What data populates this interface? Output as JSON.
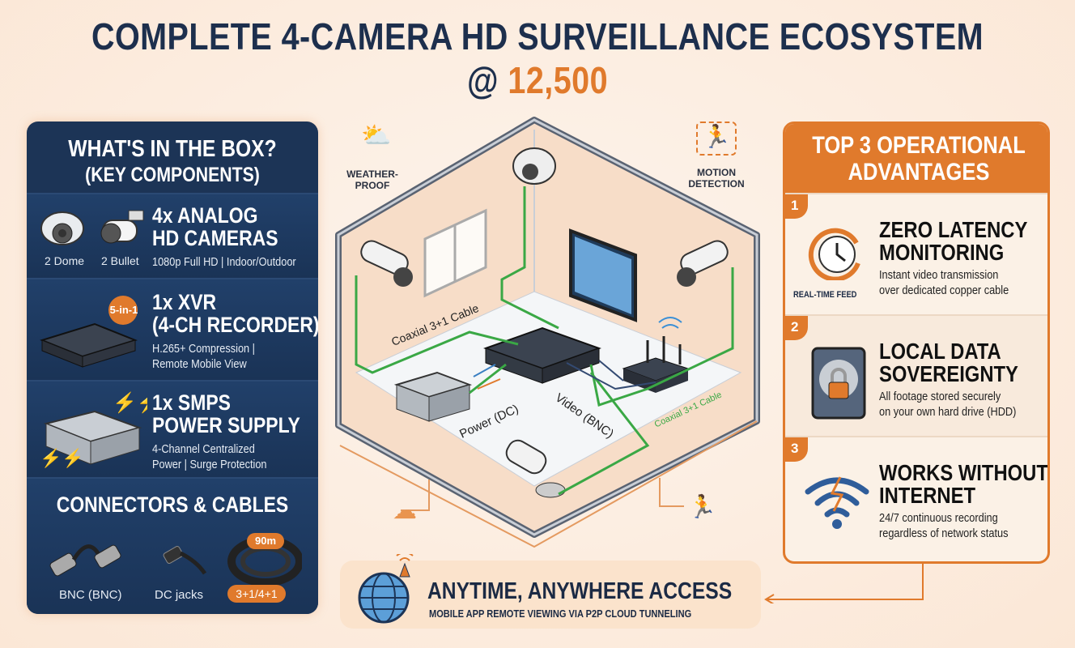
{
  "title": {
    "main": "COMPLETE 4-CAMERA HD SURVEILLANCE ECOSYSTEM @",
    "price": "12,500"
  },
  "left_panel": {
    "heading": "WHAT'S IN THE BOX?",
    "subheading": "(KEY COMPONENTS)",
    "items": [
      {
        "title_line1": "4x ANALOG",
        "title_line2": "HD CAMERAS",
        "desc": "1080p Full HD | Indoor/Outdoor",
        "labels": [
          "2 Dome",
          "2 Bullet"
        ]
      },
      {
        "title_line1": "1x XVR",
        "title_line2": "(4-CH RECORDER)",
        "desc_line1": "H.265+ Compression |",
        "desc_line2": "Remote Mobile View",
        "badge": "5-in-1"
      },
      {
        "title_line1": "1x SMPS",
        "title_line2": "POWER SUPPLY",
        "desc_line1": "4-Channel Centralized",
        "desc_line2": "Power | Surge Protection"
      }
    ],
    "connectors": {
      "heading": "CONNECTORS & CABLES",
      "items": [
        "BNC (BNC)",
        "DC jacks",
        "3+1/4+1"
      ],
      "cable_badge": "90m"
    }
  },
  "diagram": {
    "weather_label_line1": "WEATHER-",
    "weather_label_line2": "PROOF",
    "motion_label_line1": "MOTION",
    "motion_label_line2": "DETECTION",
    "cable_label_left": "Coaxial 3+1 Cable",
    "cable_label_right": "Coaxial 3+1 Cable",
    "power_label": "Power (DC)",
    "video_label": "Video (BNC)",
    "colors": {
      "cable": "#3aa845",
      "accent": "#e07a2c",
      "navy": "#1c3456"
    }
  },
  "right_panel": {
    "heading_line1": "TOP 3 OPERATIONAL",
    "heading_line2": "ADVANTAGES",
    "items": [
      {
        "num": "1",
        "title_line1": "ZERO LATENCY",
        "title_line2": "MONITORING",
        "desc_line1": "Instant video transmission",
        "desc_line2": "over dedicated copper cable",
        "icon_label": "REAL-TIME FEED"
      },
      {
        "num": "2",
        "title_line1": "LOCAL DATA",
        "title_line2": "SOVEREIGNTY",
        "desc_line1": "All footage stored securely",
        "desc_line2": "on your own hard drive (HDD)"
      },
      {
        "num": "3",
        "title_line1": "WORKS WITHOUT",
        "title_line2": "INTERNET",
        "desc_line1": "24/7 continuous recording",
        "desc_line2": "regardless of network status"
      }
    ]
  },
  "banner": {
    "title": "ANYTIME, ANYWHERE ACCESS",
    "subtitle": "MOBILE APP REMOTE VIEWING VIA P2P CLOUD TUNNELING"
  }
}
